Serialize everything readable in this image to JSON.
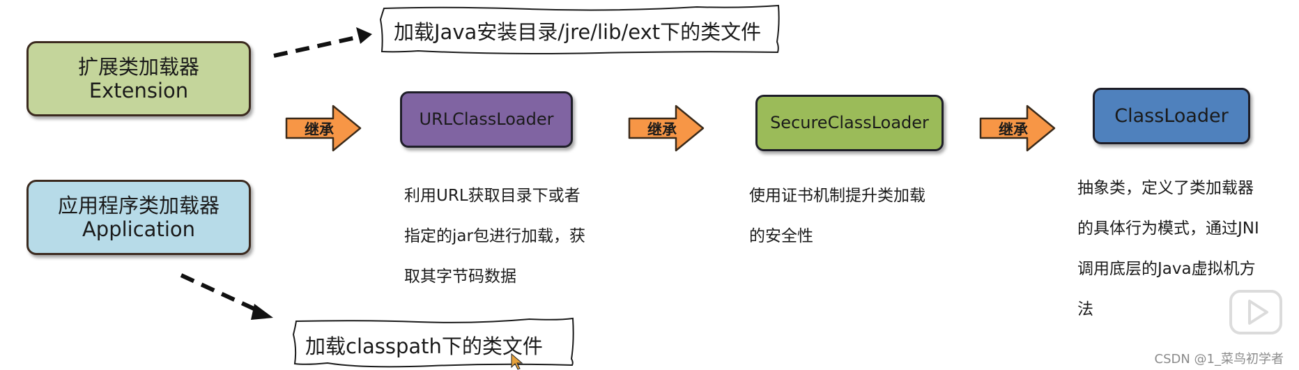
{
  "loaders": [
    {
      "line1": "扩展类加载器",
      "line2": "Extension",
      "color": "#c4d59b"
    },
    {
      "line1": "应用程序类加载器",
      "line2": "Application",
      "color": "#b7dbe8"
    }
  ],
  "notes": {
    "extension": "加载Java安装目录/jre/lib/ext下的类文件",
    "application": "加载classpath下的类文件"
  },
  "inherit_label": "继承",
  "classes": [
    {
      "name": "URLClassLoader",
      "color": "#8064a2",
      "desc": [
        "利用URL获取目录下或者",
        "指定的jar包进行加载，获",
        "取其字节码数据"
      ]
    },
    {
      "name": "SecureClassLoader",
      "color": "#9bbb59",
      "desc": [
        "使用证书机制提升类加载",
        "的安全性"
      ]
    },
    {
      "name": "ClassLoader",
      "color": "#4f81bd",
      "desc": [
        "抽象类，定义了类加载器",
        "的具体行为模式，通过JNI",
        "调用底层的Java虚拟机方",
        "法"
      ]
    }
  ],
  "colors": {
    "arrow_fill": "#f79646",
    "arrow_stroke": "#3a2a1a",
    "dash": "#111111"
  },
  "watermark": "CSDN @1_菜鸟初学者"
}
